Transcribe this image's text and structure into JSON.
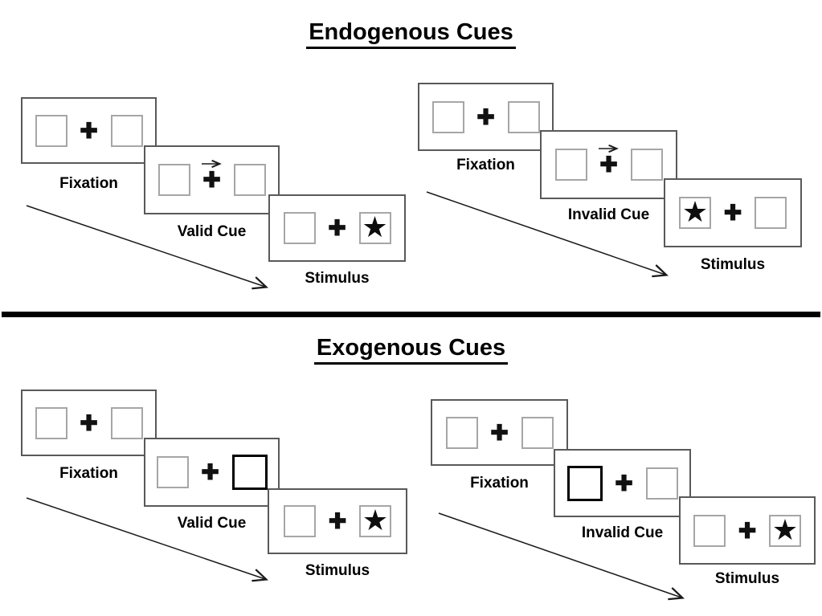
{
  "diagram": {
    "kind": "posner-cueing-task",
    "colors": {
      "background": "#ffffff",
      "panel_border": "#595959",
      "square_border": "#a6a6a6",
      "bold_square_border": "#000000",
      "text": "#000000",
      "divider": "#000000",
      "arrow": "#1a1a1a"
    },
    "icons": {
      "plus": "✚",
      "star": "★"
    },
    "sections": {
      "endogenous": {
        "title": "Endogenous Cues",
        "valid": {
          "fixation_label": "Fixation",
          "cue_label": "Valid Cue",
          "stimulus_label": "Stimulus",
          "cue_type": "central-arrow-pointing-right",
          "target_side": "right"
        },
        "invalid": {
          "fixation_label": "Fixation",
          "cue_label": "Invalid Cue",
          "stimulus_label": "Stimulus",
          "cue_type": "central-arrow-pointing-right",
          "target_side": "left"
        }
      },
      "exogenous": {
        "title": "Exogenous Cues",
        "valid": {
          "fixation_label": "Fixation",
          "cue_label": "Valid Cue",
          "stimulus_label": "Stimulus",
          "cue_type": "peripheral-bold-box-right",
          "target_side": "right"
        },
        "invalid": {
          "fixation_label": "Fixation",
          "cue_label": "Invalid Cue",
          "stimulus_label": "Stimulus",
          "cue_type": "peripheral-bold-box-left",
          "target_side": "right"
        }
      }
    }
  }
}
